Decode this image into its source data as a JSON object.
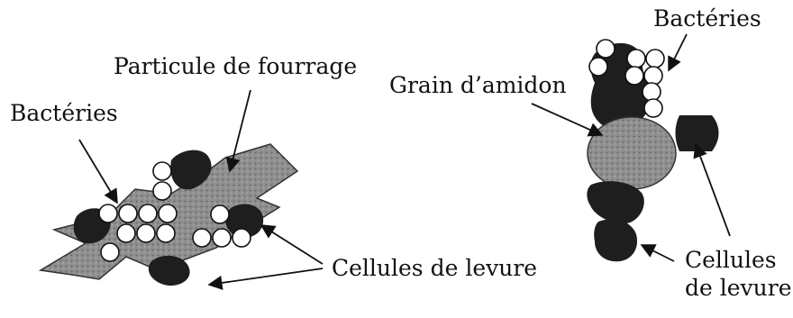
{
  "left_panel": {
    "label_forage_particle": "Particule de fourrage",
    "label_bacteria": "Bactéries",
    "label_yeast_cells": "Cellules de levure"
  },
  "right_panel": {
    "label_bacteria": "Bactéries",
    "label_starch_grain": "Grain d’amidon",
    "label_yeast_cells_line1": "Cellules",
    "label_yeast_cells_line2": "de levure"
  },
  "colors": {
    "ink": "#111111",
    "particle_fill": "#8a8a8a",
    "starch_fill": "#9a9a9a",
    "yeast_fill": "#1e1e1e",
    "bacteria_fill": "#ffffff"
  }
}
